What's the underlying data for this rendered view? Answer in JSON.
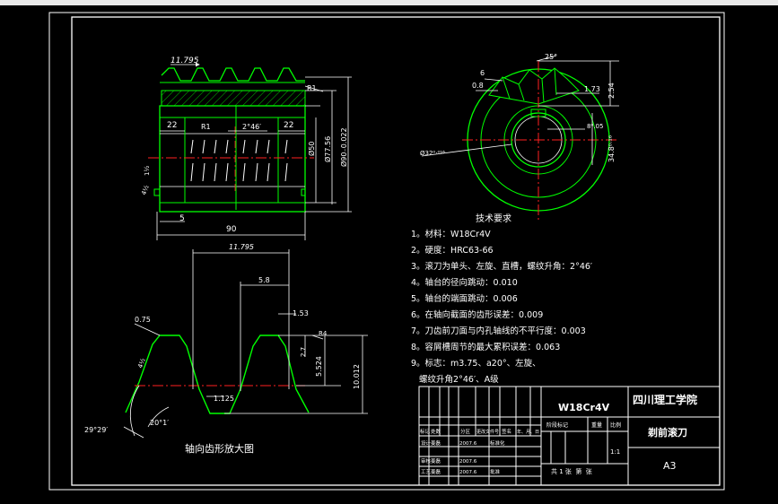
{
  "dims": {
    "d_11795_top": "11.795",
    "d_r1_top": "R1",
    "d_22_left": "22",
    "d_r1_mid": "R1",
    "d_2x46": "2°46′",
    "d_22_right": "22",
    "d_phi50": "Ø50",
    "d_phi775": "Ø77.56",
    "d_phi90": "Ø90₋0.022",
    "d_5": "5",
    "d_90": "90",
    "d_angle_left": "4½",
    "d_small_left": "1½",
    "d_6": "6",
    "d_08": "0.8",
    "d_25": "25°",
    "d_254": "2.54",
    "d_173": "1.73",
    "d_8": "8⁰.05",
    "d_348": "34.8⁰·¹⁶",
    "d_phi32": "Ø32⁰·⁰¹⁶",
    "e_11795": "11.795",
    "e_58": "5.8",
    "e_153": "1.53",
    "e_075": "0.75",
    "e_27": "2.7",
    "e_5524": "5.524",
    "e_10012": "10.012",
    "e_1125": "1.125",
    "e_2929": "29°29′",
    "e_201": "20°1′",
    "e_r4": "R4",
    "e_45": "4½"
  },
  "view_caption": "轴向齿形放大图",
  "requirements": {
    "title": "技术要求",
    "items": [
      "1。材料：W18Cr4V",
      "2。硬度：HRC63-66",
      "3。滚刀为单头、左旋、直槽，螺纹升角：2°46′",
      "4。轴台的径向跳动：0.010",
      "5。轴台的端面跳动：0.006",
      "6。在轴向截面的齿形误差：0.009",
      "7。刀齿前刀面与内孔轴线的不平行度：0.003",
      "8。容屑槽周节的最大累积误差：0.063",
      "9。标志：m3.75、a20°、左旋、",
      "   螺纹升角2°46′、A级"
    ]
  },
  "title_block": {
    "material": "W18Cr4V",
    "school": "四川理工学院",
    "part_name": "剃前滚刀",
    "sheet_size": "A3",
    "scale": "1:1",
    "sheet_count": "共 1 张  第  张",
    "rev_headers": [
      "标记",
      "处数",
      "分区",
      "更改文件号",
      "签名",
      "年、月、日"
    ],
    "design_row": [
      "设计",
      "姜磊",
      "2007.6",
      "标准化"
    ],
    "review_row": [
      "审核",
      "姜磊",
      "2007.6"
    ],
    "process_row": [
      "工艺",
      "姜磊",
      "2007.6",
      "批准"
    ],
    "stage_headers": [
      "阶段标记",
      "重量",
      "比例"
    ]
  }
}
